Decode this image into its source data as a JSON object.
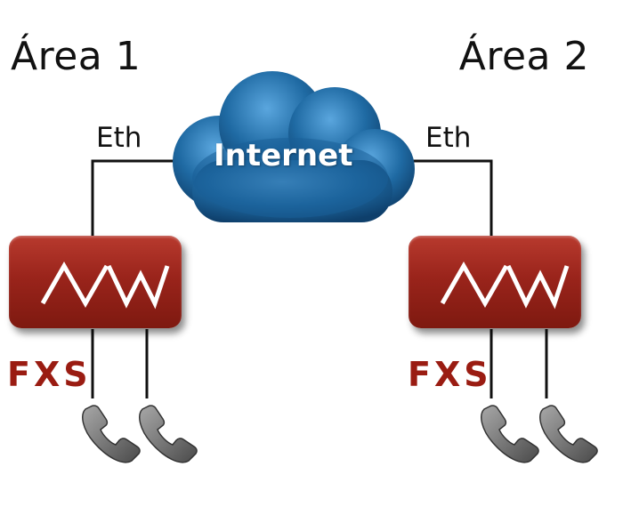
{
  "areas": {
    "left": "Área 1",
    "right": "Área 2"
  },
  "connections": {
    "eth_left": "Eth",
    "eth_right": "Eth"
  },
  "cloud": {
    "label": "Internet",
    "color": "#1f6aa3"
  },
  "devices": {
    "logo_icon": "mw-logo-icon",
    "color": "#9a241b"
  },
  "ports": {
    "fxs_left": "FXS",
    "fxs_right": "FXS",
    "color": "#9a1c12"
  },
  "phones": {
    "icon": "phone-handset-icon",
    "count_per_area": 2
  }
}
